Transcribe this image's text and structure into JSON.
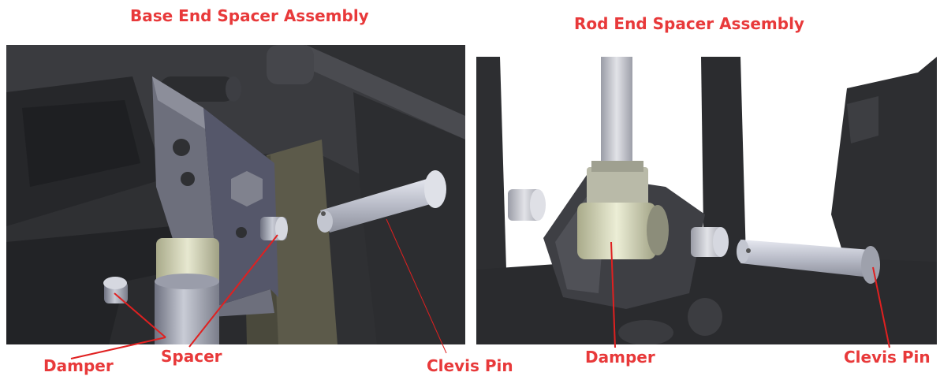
{
  "left": {
    "title": "Base End Spacer Assembly",
    "labels": {
      "damper": "Damper",
      "spacer": "Spacer",
      "clevis_pin": "Clevis Pin"
    }
  },
  "right": {
    "title": "Rod End Spacer Assembly",
    "labels": {
      "damper": "Damper",
      "clevis_pin": "Clevis Pin"
    }
  },
  "colors": {
    "label": "#e8393a",
    "leader": "#e02020"
  }
}
